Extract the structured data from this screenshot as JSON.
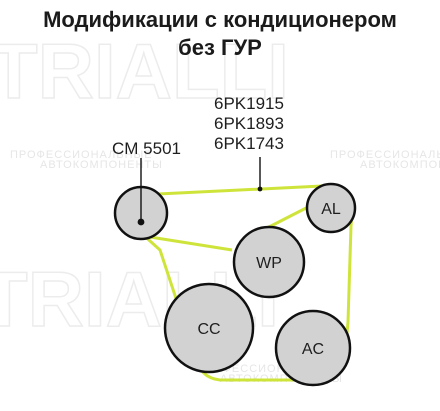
{
  "title": {
    "line1": "Модификации с кондиционером",
    "line2": "без ГУР"
  },
  "belt_codes": [
    "6PK1915",
    "6PK1893",
    "6PK1743"
  ],
  "tensioner": {
    "code": "CM 5501"
  },
  "pulleys": {
    "al": "AL",
    "wp": "WP",
    "cc": "CC",
    "ac": "AC"
  },
  "watermark": {
    "brand": "TRIALLI",
    "line1": "ПРОФЕССИОНАЛЬНЫЕ",
    "line2": "АВТОКОМПОНЕНТЫ"
  },
  "colors": {
    "belt": "#cfe43a",
    "pulley_fill": "#d2d2d2",
    "pulley_stroke": "#111111",
    "text": "#1e1e1e"
  }
}
